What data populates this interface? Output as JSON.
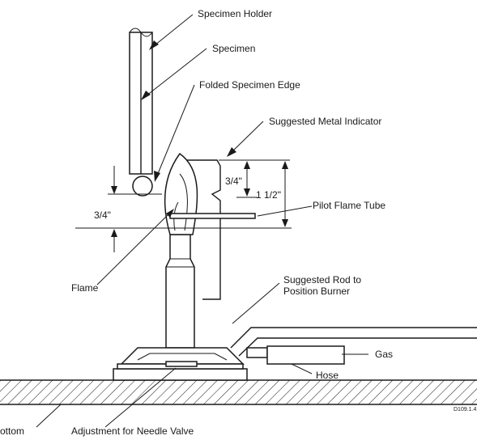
{
  "labels": {
    "specimen_holder": "Specimen Holder",
    "specimen": "Specimen",
    "folded_edge": "Folded Specimen Edge",
    "metal_indicator": "Suggested Metal Indicator",
    "pilot_flame_tube": "Pilot Flame Tube",
    "flame": "Flame",
    "rod_line1": "Suggested Rod to",
    "rod_line2": "Position Burner",
    "gas": "Gas",
    "hose": "Hose",
    "bottom": "ottom",
    "needle_valve": "Adjustment for Needle Valve"
  },
  "dimensions": {
    "three_quarter_left": "3/4\"",
    "three_quarter_right": "3/4\"",
    "one_and_half": "1 1/2\""
  },
  "drawing_id": "D109.1.4"
}
